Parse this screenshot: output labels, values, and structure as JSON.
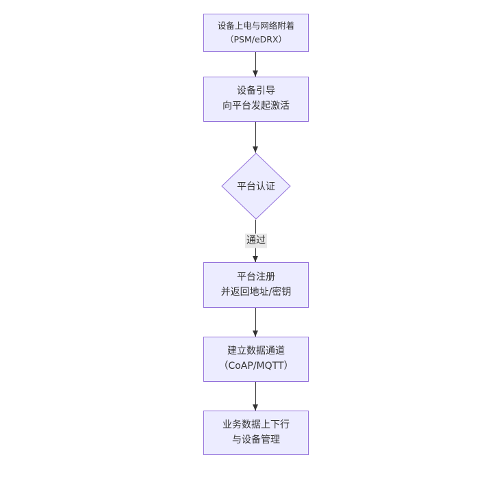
{
  "diagram": {
    "type": "flowchart",
    "direction": "top-down",
    "nodes": [
      {
        "id": "power-attach",
        "shape": "rect",
        "lines": [
          "设备上电与网络附着",
          "（PSM/eDRX）"
        ]
      },
      {
        "id": "bootstrap",
        "shape": "rect",
        "lines": [
          "设备引导",
          "向平台发起激活"
        ]
      },
      {
        "id": "platform-auth",
        "shape": "diamond",
        "lines": [
          "平台认证"
        ]
      },
      {
        "id": "platform-register",
        "shape": "rect",
        "lines": [
          "平台注册",
          "并返回地址/密钥"
        ]
      },
      {
        "id": "data-channel",
        "shape": "rect",
        "lines": [
          "建立数据通道",
          "（CoAP/MQTT）"
        ]
      },
      {
        "id": "business-data",
        "shape": "rect",
        "lines": [
          "业务数据上下行",
          "与设备管理"
        ]
      }
    ],
    "edges": [
      {
        "from": "power-attach",
        "to": "bootstrap",
        "label": ""
      },
      {
        "from": "bootstrap",
        "to": "platform-auth",
        "label": ""
      },
      {
        "from": "platform-auth",
        "to": "platform-register",
        "label": "通过"
      },
      {
        "from": "platform-register",
        "to": "data-channel",
        "label": ""
      },
      {
        "from": "data-channel",
        "to": "business-data",
        "label": ""
      }
    ],
    "colors": {
      "node_fill": "#ECECFF",
      "node_border": "#9370DB",
      "text": "#333333",
      "arrow": "#333333",
      "label_bg": "#e8e8e8"
    }
  }
}
